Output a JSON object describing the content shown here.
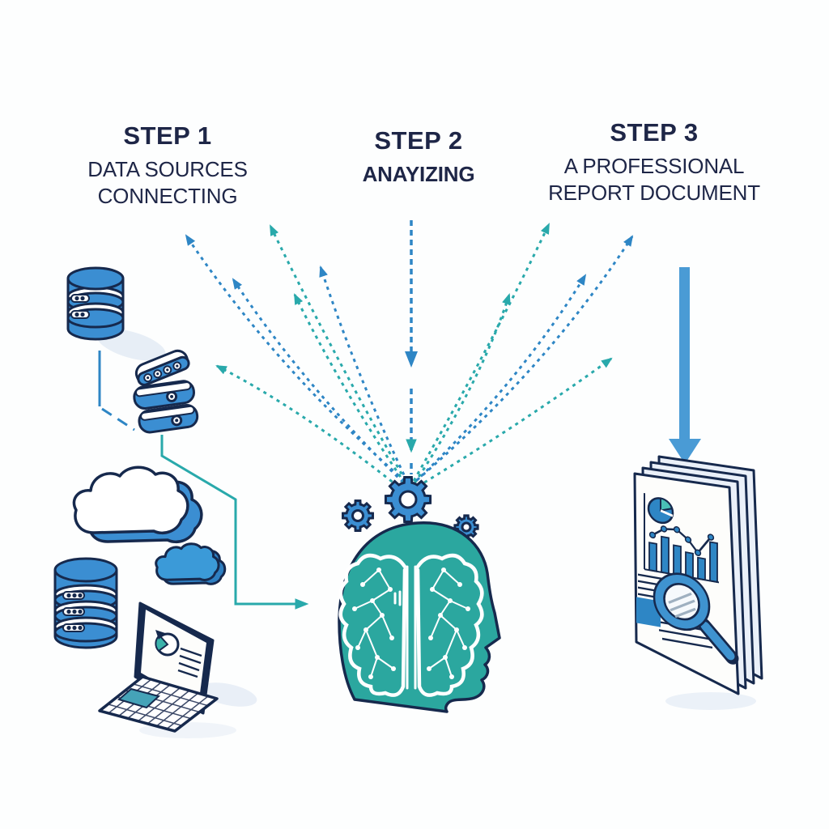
{
  "page_title": "3-step data analysis process illustration",
  "steps": [
    {
      "id": "step-1",
      "title": "STEP 1",
      "subtitle": [
        "DATA SOURCES",
        "CONNECTING"
      ]
    },
    {
      "id": "step-2",
      "title": "STEP 2",
      "subtitle": [
        "ANAYIZING"
      ]
    },
    {
      "id": "step-3",
      "title": "STEP 3",
      "subtitle": [
        "A PROFESSIONAL",
        "REPORT DOCUMENT"
      ]
    }
  ],
  "icons": {
    "step1": [
      "database-icon",
      "server-stack-icon",
      "cloud-icon",
      "cloud-small-icon",
      "database-icon-2",
      "laptop-analytics-icon"
    ],
    "step2": [
      "head-brain-icon",
      "gear-icon-large",
      "gear-icon-left",
      "gear-icon-right"
    ],
    "step3": [
      "report-document-icon",
      "pie-chart-icon",
      "line-chart-icon",
      "bar-chart-icon",
      "magnifier-icon"
    ],
    "connectors": [
      "dashed-arrow-fan",
      "center-dashed-arrow",
      "solid-down-arrow",
      "teal-connector-arrow",
      "db-connector-line"
    ]
  },
  "colors": {
    "text_navy": "#1e2647",
    "outline_navy": "#16294d",
    "icon_blue": "#3b8ed2",
    "deep_blue": "#2e86c5",
    "accent_teal": "#29a9ab",
    "head_teal": "#2ba79f",
    "arrow_blue": "#4a9bd5",
    "page_back": "#eaf0f9",
    "shadow": "#dfe8f3",
    "background": "#fdfefe"
  }
}
